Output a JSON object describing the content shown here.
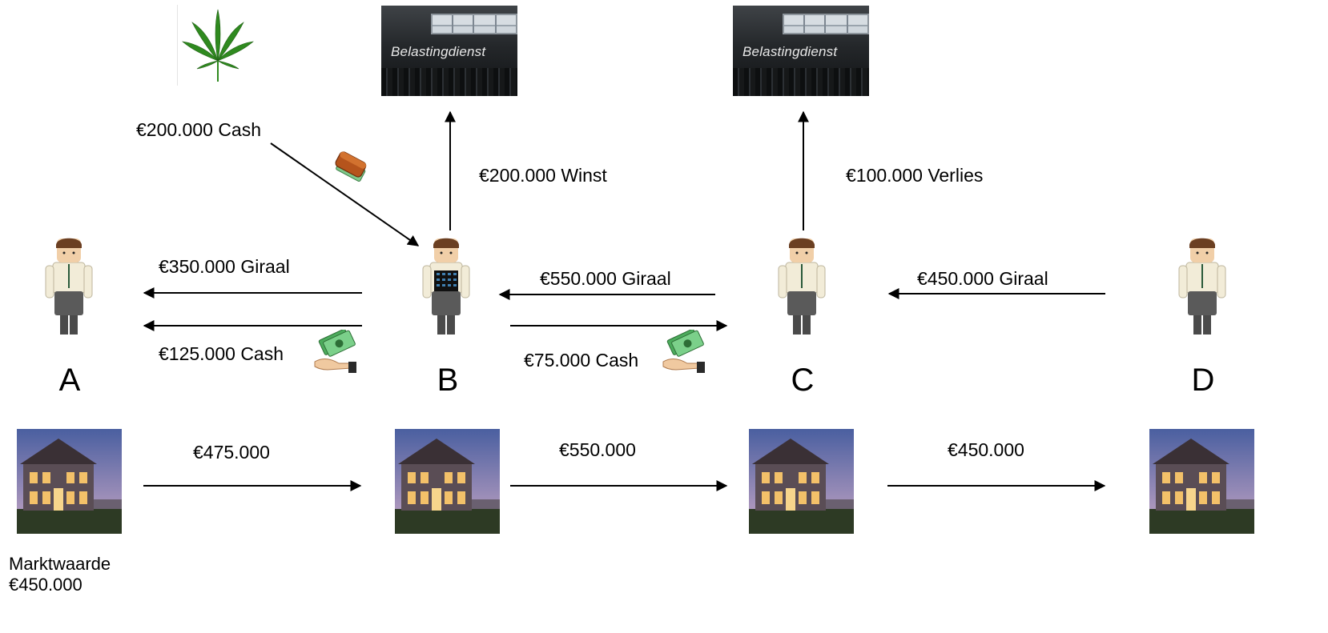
{
  "parties": [
    "A",
    "B",
    "C",
    "D"
  ],
  "tax_office": {
    "name": "Belastingdienst"
  },
  "flows": {
    "cash_to_b": "€200.000 Cash",
    "b_winst": "€200.000 Winst",
    "c_verlies": "€100.000 Verlies",
    "b_to_a_giraal": "€350.000 Giraal",
    "b_to_a_cash": "€125.000 Cash",
    "c_to_b_giraal": "€550.000 Giraal",
    "b_to_c_cash": "€75.000 Cash",
    "d_to_c_giraal": "€450.000 Giraal",
    "house_a_b": "€475.000",
    "house_b_c": "€550.000",
    "house_c_d": "€450.000"
  },
  "market_value": {
    "label": "Marktwaarde",
    "value": "€450.000"
  },
  "icons": [
    "cannabis-leaf-icon",
    "tax-office-building-icon",
    "person-figure-icon",
    "wallet-icon",
    "cash-hand-icon",
    "house-photo-icon"
  ],
  "colors": {
    "arrow": "#000000",
    "background": "#ffffff"
  }
}
